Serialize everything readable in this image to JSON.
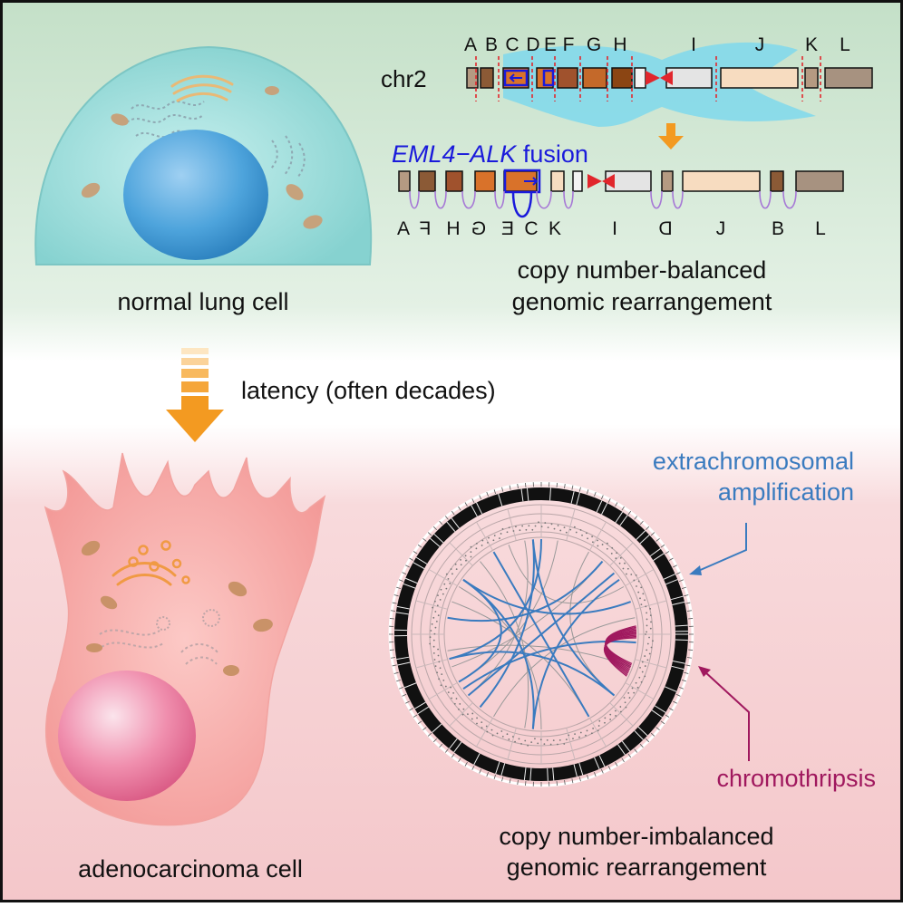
{
  "colors": {
    "top_bg": "#cfe6d2",
    "bottom_bg": "#f7cdd0",
    "extrachromosomal": "#3a7bbf",
    "chromothripsis": "#a0185e",
    "eml4_alk": "#1a1adb",
    "arrow": "#f39a21"
  },
  "top_left": {
    "caption": "normal lung cell"
  },
  "top_right": {
    "chromosome_label": "chr2",
    "segment_labels": [
      "A",
      "B",
      "C",
      "D",
      "E",
      "F",
      "G",
      "H",
      "I",
      "J",
      "K",
      "L"
    ],
    "fusion_gene": "EML4−ALK",
    "fusion_word": " fusion",
    "rearranged_labels": [
      "A",
      "F",
      "H",
      "G",
      "E",
      "C",
      "K",
      "I",
      "D",
      "J",
      "B",
      "L"
    ],
    "caption_line1": "copy number-balanced",
    "caption_line2": "genomic rearrangement"
  },
  "middle": {
    "latency_text": "latency (often decades)"
  },
  "bottom_left": {
    "caption": "adenocarcinoma cell"
  },
  "bottom_right": {
    "label_extrachromosomal_line1": "extrachromosomal",
    "label_extrachromosomal_line2": "amplification",
    "label_chromothripsis": "chromothripsis",
    "caption_line1": "copy number-imbalanced",
    "caption_line2": "genomic rearrangement"
  }
}
